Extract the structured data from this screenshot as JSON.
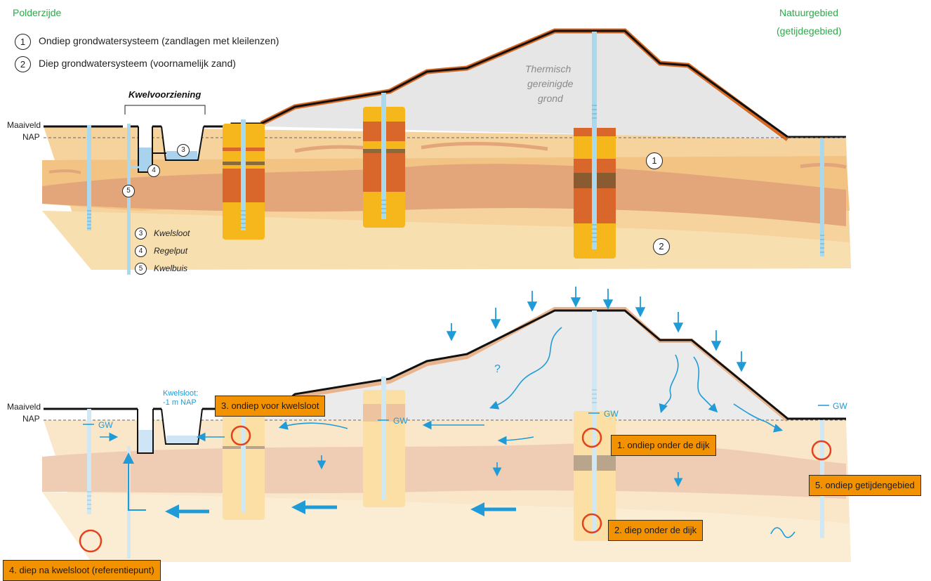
{
  "top": {
    "polder_label": "Polderzijde",
    "nature_label_1": "Natuurgebied",
    "nature_label_2": "(getijdegebied)",
    "legend": [
      {
        "num": "1",
        "text": "Ondiep grondwatersysteem (zandlagen met kleilenzen)"
      },
      {
        "num": "2",
        "text": "Diep grondwatersysteem (voornamelijk zand)"
      }
    ],
    "kwelvoorziening": "Kwelvoorziening",
    "maaiveld": "Maaiveld",
    "nap": "NAP",
    "thermisch": [
      "Thermisch",
      "gereinigde",
      "grond"
    ],
    "markers": {
      "three": "3",
      "four": "4",
      "five": "5",
      "one": "1",
      "two": "2"
    },
    "sub_legend": [
      {
        "num": "3",
        "text": "Kwelsloot"
      },
      {
        "num": "4",
        "text": "Regelput"
      },
      {
        "num": "5",
        "text": "Kwelbuis"
      }
    ]
  },
  "bottom": {
    "maaiveld": "Maaiveld",
    "nap": "NAP",
    "kwelsloot_1": "Kwelsloot:",
    "kwelsloot_2": "-1 m NAP",
    "gw": "GW",
    "question": "?",
    "callouts": {
      "c3": "3. ondiep voor kwelsloot",
      "c1": "1. ondiep onder de dijk",
      "c2": "2. diep onder de dijk",
      "c5": "5. ondiep getijdengebied",
      "c4": "4. diep na kwelsloot (referentiepunt)"
    }
  },
  "colors": {
    "sand_light": "#fbe3b8",
    "sand_mid": "#f6cf93",
    "clay_band": "#e3a57a",
    "dike_fill": "#e6e6e6",
    "dike_top": "#d86a24",
    "probe_orange": "#f6b71c",
    "probe_dark": "#d9662a",
    "pipe_blue": "#a9d9ef",
    "water": "#1f9bd7",
    "callout": "#f39200",
    "circle_red": "#e2431e",
    "green_text": "#2ea84a"
  }
}
